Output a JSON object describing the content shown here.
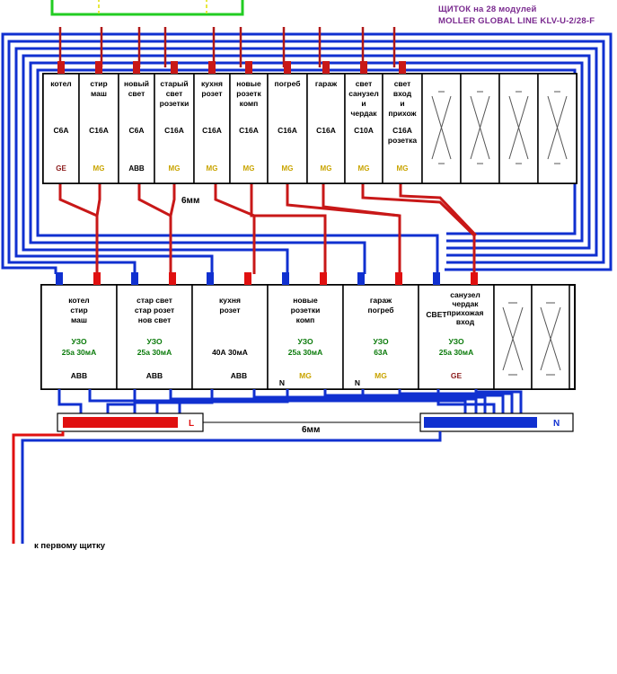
{
  "header": {
    "title_line1": "ЩИТОК на 28 модулей",
    "title_line2": "MOLLER GLOBAL LINE KLV-U-2/28-F"
  },
  "colors": {
    "phase": "#e01010",
    "neutral": "#1030d0",
    "title": "#7a2a8f",
    "mg_label": "#c9a400",
    "ge_label": "#8b1a1a",
    "rcd_text": "#0a7a0a",
    "ground": "#22cc22"
  },
  "top_row": {
    "breakers": [
      {
        "name": "котел",
        "rating": "C6A",
        "brand": "GE"
      },
      {
        "name": "стир\nмаш",
        "rating": "C16A",
        "brand": "MG"
      },
      {
        "name": "новый\nсвет",
        "rating": "C6A",
        "brand": "ABB"
      },
      {
        "name": "старый\nсвет\nрозетки",
        "rating": "C16A",
        "brand": "MG"
      },
      {
        "name": "кухня\nрозет",
        "rating": "C16A",
        "brand": "MG"
      },
      {
        "name": "новые\nрозетк\nкомп",
        "rating": "C16A",
        "brand": "MG"
      },
      {
        "name": "погреб",
        "rating": "C16A",
        "brand": "MG"
      },
      {
        "name": "гараж",
        "rating": "C16A",
        "brand": "MG"
      },
      {
        "name": "свет\nсанузел\nи\nчердак",
        "rating": "C10A",
        "brand": "MG"
      },
      {
        "name": "свет\nвход\nи\nприхож",
        "rating": "C16A\nрозетка",
        "brand": "MG"
      }
    ],
    "empty_slots": 4
  },
  "middle_label": "6мм",
  "rcd_row": {
    "devices": [
      {
        "name": "котел\nстир\nмаш",
        "type": "УЗО",
        "rating": "25а 30мА",
        "brand": "ABB"
      },
      {
        "name": "стар свет\nстар розет\nнов свет",
        "type": "УЗО",
        "rating": "25а 30мА",
        "brand": "ABB"
      },
      {
        "name": "кухня\nрозет",
        "type": "",
        "rating": "40А  30мА",
        "brand": "ABB"
      },
      {
        "name": "новые\nрозетки\nкомп",
        "type": "УЗО",
        "rating": "25а 30мА",
        "brand": "MG"
      },
      {
        "name": "гараж\nпогреб",
        "type": "УЗО",
        "rating": "63А",
        "brand": "MG"
      },
      {
        "name": "СВЕТ",
        "name2": "санузел\nчердак\nприхожая\nвход",
        "type": "УЗО",
        "rating": "25а 30мА",
        "brand": "GE"
      }
    ],
    "n_label": "N",
    "empty_slots": 2
  },
  "busbars": {
    "phase_label": "L",
    "neutral_label": "N",
    "cable_label": "6мм"
  },
  "feed_label": "к первому щитку"
}
